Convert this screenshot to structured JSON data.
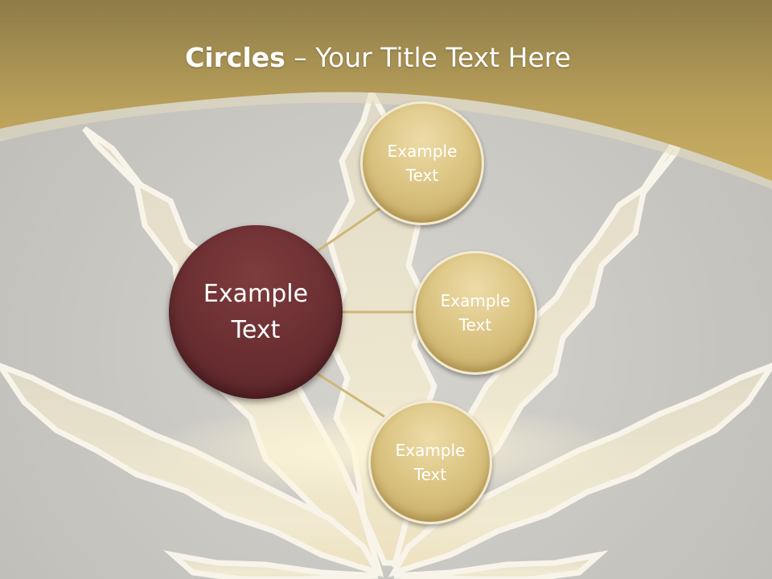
{
  "title": {
    "bold": "Circles",
    "rest": " – Your Title Text Here"
  },
  "center_node": {
    "label": "Example\nText"
  },
  "nodes": [
    {
      "label": "Example\nText"
    },
    {
      "label": "Example\nText"
    },
    {
      "label": "Example\nText"
    }
  ],
  "colors": {
    "header_gold": "#c3a85c",
    "center_node": "#6b2f32",
    "satellite_node": "#dcc584",
    "connector": "#cdb779"
  }
}
